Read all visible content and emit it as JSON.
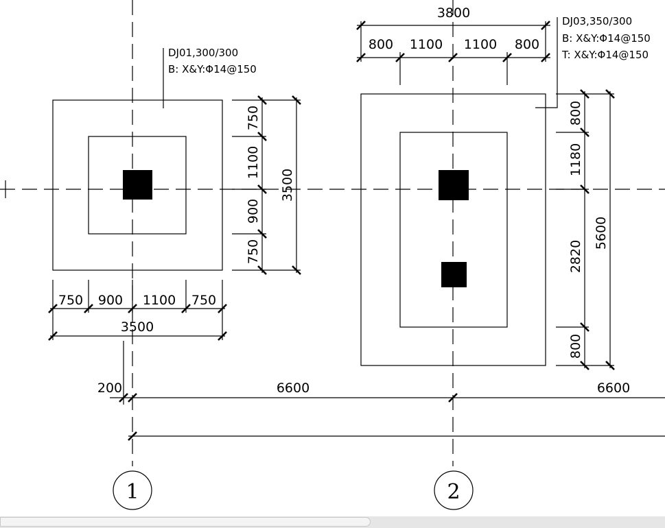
{
  "footing_dj01": {
    "label": "DJ01,300/300",
    "rebar_bottom": "B: X&Y:Φ14@150",
    "dims_horizontal": [
      "750",
      "900",
      "1100",
      "750"
    ],
    "dim_total_horizontal": "3500",
    "dims_vertical": [
      "750",
      "1100",
      "900",
      "750"
    ],
    "dim_total_vertical": "3500"
  },
  "footing_dj03": {
    "label": "DJ03,350/300",
    "rebar_bottom": "B: X&Y:Φ14@150",
    "rebar_top": "T: X&Y:Φ14@150",
    "dims_horizontal": [
      "800",
      "1100",
      "1100",
      "800"
    ],
    "dim_total_horizontal": "3800",
    "dims_vertical": [
      "800",
      "1180",
      "2820",
      "800"
    ],
    "dim_total_vertical": "5600"
  },
  "grid": {
    "offset_dim": "200",
    "span_1_2": "6600",
    "span_2_3": "6600",
    "axis_1": "1",
    "axis_2": "2"
  },
  "colors": {
    "ink": "#000000",
    "paper": "#ffffff",
    "scrollbar": "#e6e6e6"
  }
}
